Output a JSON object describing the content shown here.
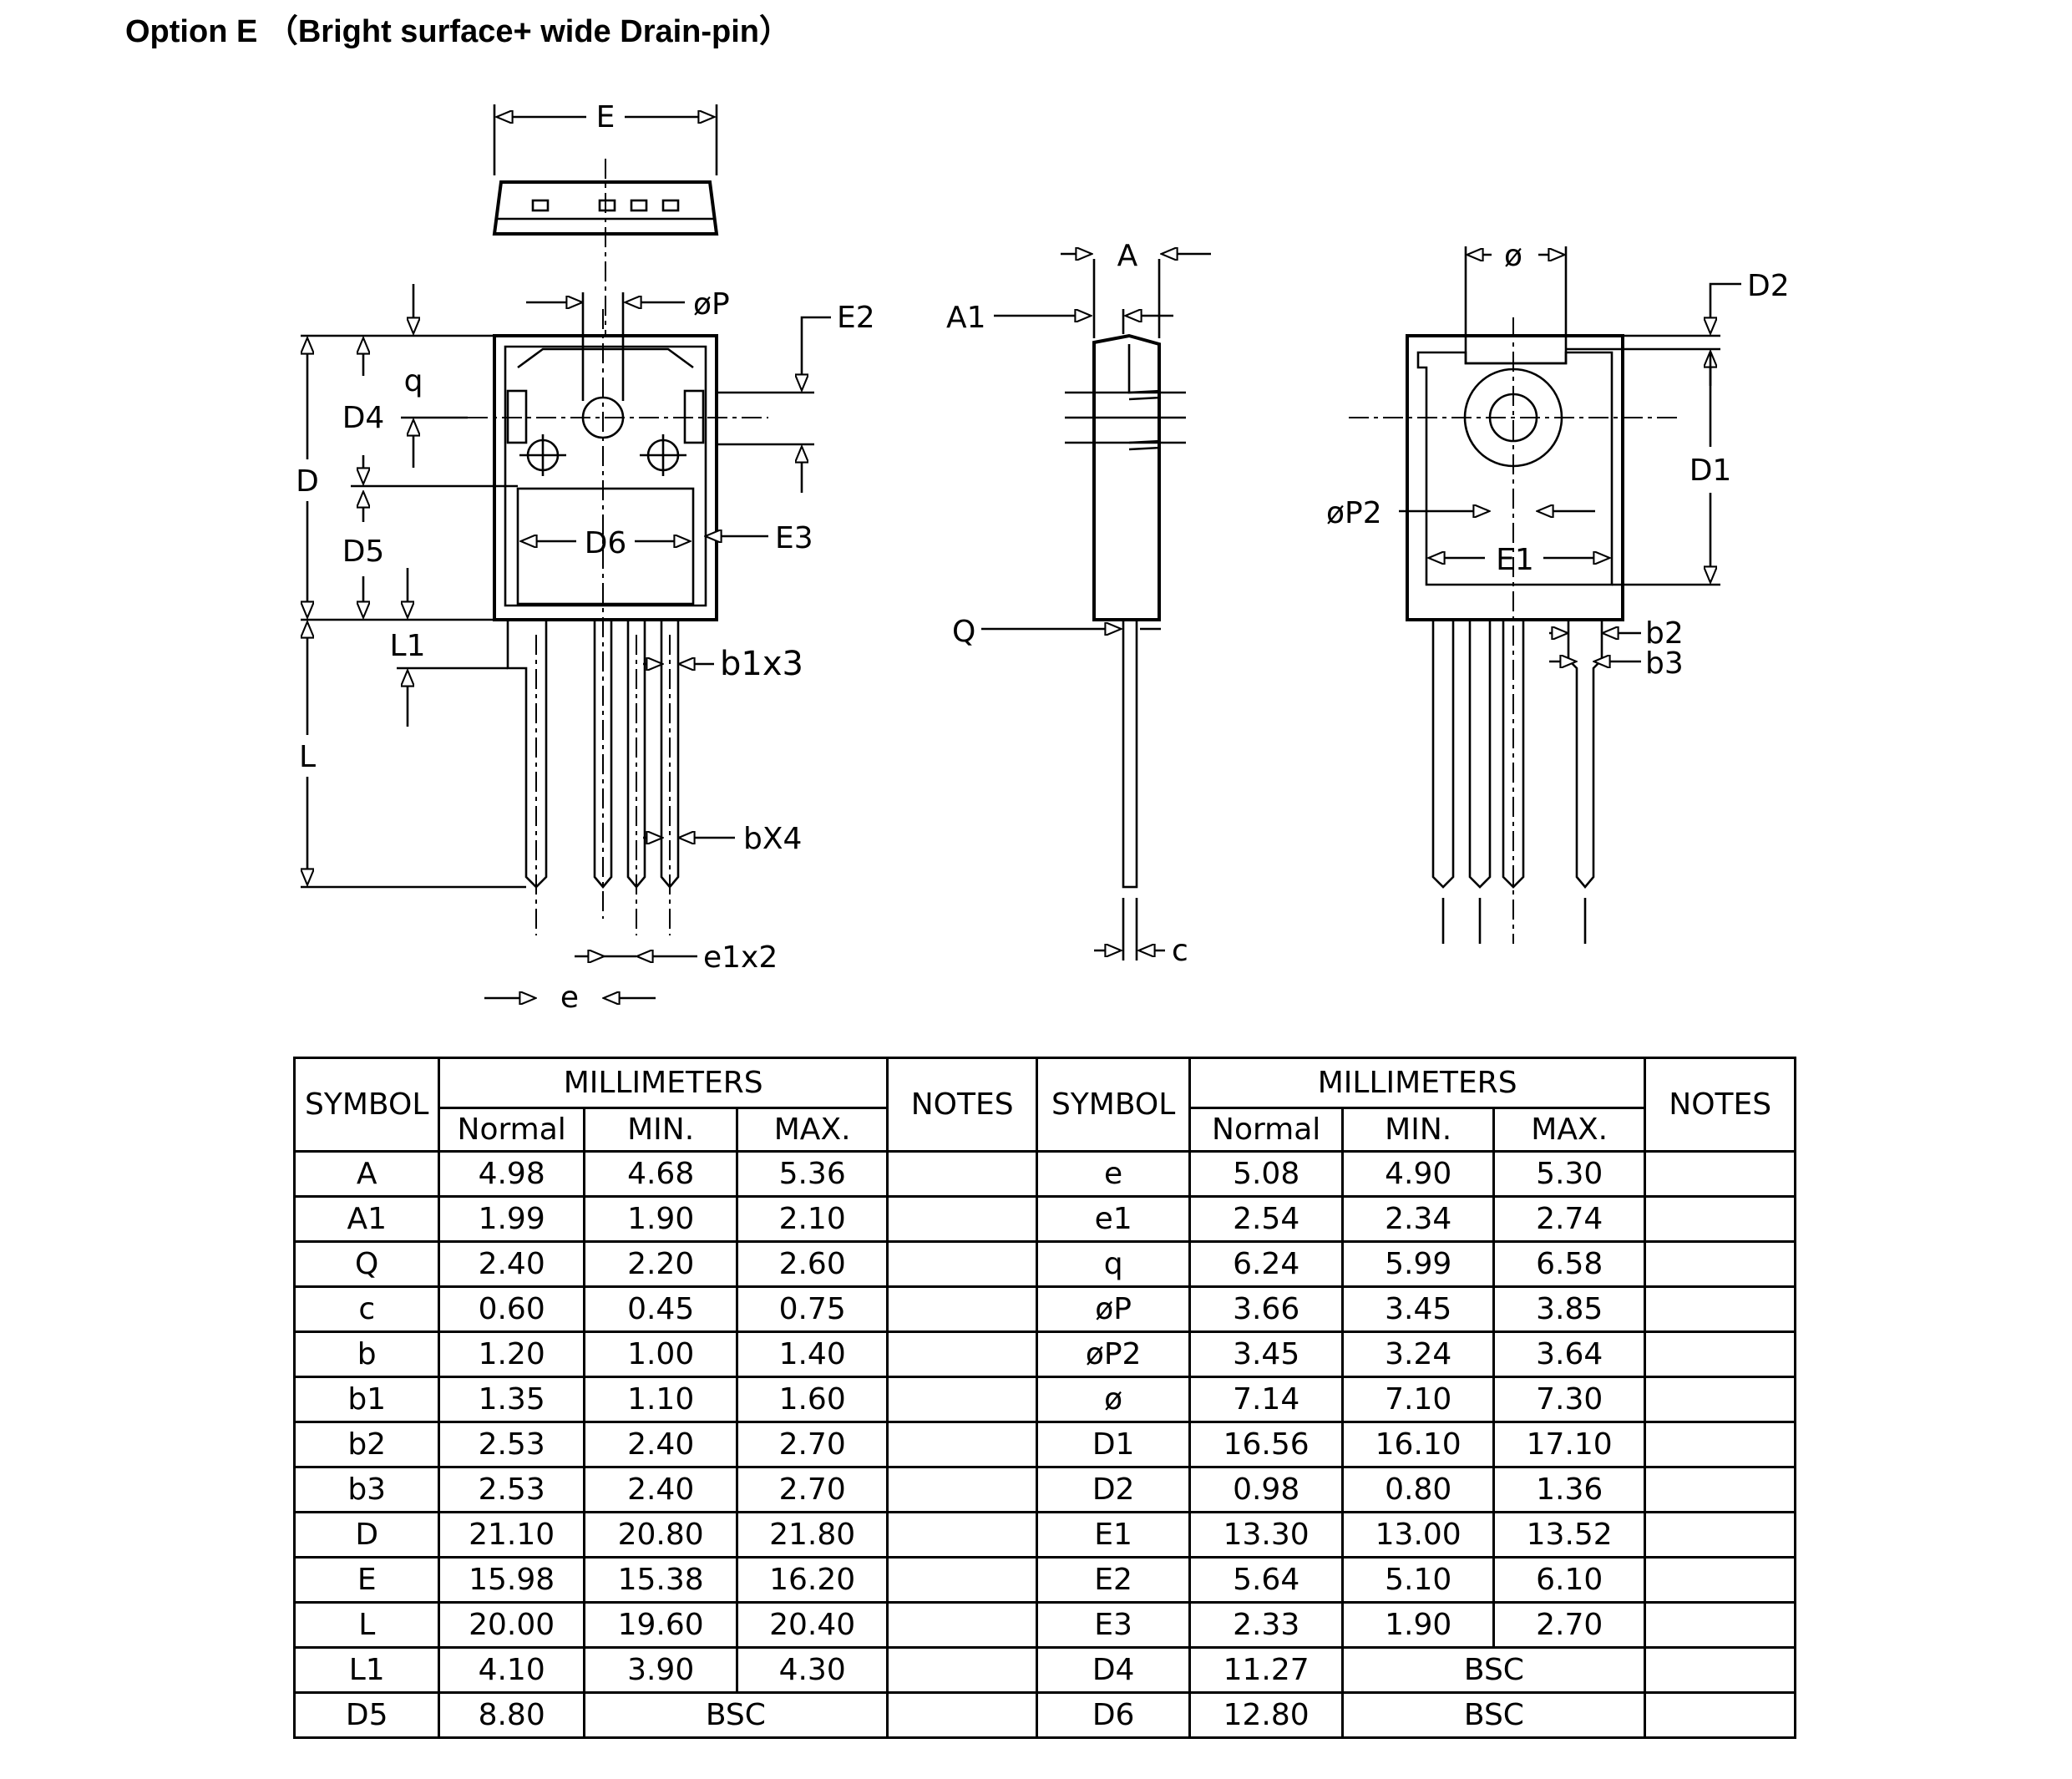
{
  "title": "Option E （Bright surface+ wide Drain-pin）",
  "diagram_labels": {
    "E": "E",
    "phiP": "øP",
    "E2": "E2",
    "q": "q",
    "D4": "D4",
    "D": "D",
    "D5": "D5",
    "D6": "D6",
    "E3": "E3",
    "L1": "L1",
    "b1x3": "b1x3",
    "L": "L",
    "bX4": "bX4",
    "e1x2": "e1x2",
    "e": "e",
    "A": "A",
    "A1": "A1",
    "Q": "Q",
    "c": "c",
    "phi": "ø",
    "D2": "D2",
    "D1": "D1",
    "phiP2": "øP2",
    "E1": "E1",
    "b2": "b2",
    "b3": "b3"
  },
  "table": {
    "symbol_header": "SYMBOL",
    "mm_header": "MILLIMETERS",
    "normal": "Normal",
    "min": "MIN.",
    "max": "MAX.",
    "notes_header": "NOTES",
    "left": [
      {
        "symbol": "A",
        "normal": "4.98",
        "min": "4.68",
        "max": "5.36"
      },
      {
        "symbol": "A1",
        "normal": "1.99",
        "min": "1.90",
        "max": "2.10"
      },
      {
        "symbol": "Q",
        "normal": "2.40",
        "min": "2.20",
        "max": "2.60"
      },
      {
        "symbol": "c",
        "normal": "0.60",
        "min": "0.45",
        "max": "0.75"
      },
      {
        "symbol": "b",
        "normal": "1.20",
        "min": "1.00",
        "max": "1.40"
      },
      {
        "symbol": "b1",
        "normal": "1.35",
        "min": "1.10",
        "max": "1.60"
      },
      {
        "symbol": "b2",
        "normal": "2.53",
        "min": "2.40",
        "max": "2.70"
      },
      {
        "symbol": "b3",
        "normal": "2.53",
        "min": "2.40",
        "max": "2.70"
      },
      {
        "symbol": "D",
        "normal": "21.10",
        "min": "20.80",
        "max": "21.80"
      },
      {
        "symbol": "E",
        "normal": "15.98",
        "min": "15.38",
        "max": "16.20"
      },
      {
        "symbol": "L",
        "normal": "20.00",
        "min": "19.60",
        "max": "20.40"
      },
      {
        "symbol": "L1",
        "normal": "4.10",
        "min": "3.90",
        "max": "4.30"
      },
      {
        "symbol": "D5",
        "normal": "8.80",
        "bsc": "BSC"
      }
    ],
    "right": [
      {
        "symbol": "e",
        "normal": "5.08",
        "min": "4.90",
        "max": "5.30"
      },
      {
        "symbol": "e1",
        "normal": "2.54",
        "min": "2.34",
        "max": "2.74"
      },
      {
        "symbol": "q",
        "normal": "6.24",
        "min": "5.99",
        "max": "6.58"
      },
      {
        "symbol": "øP",
        "normal": "3.66",
        "min": "3.45",
        "max": "3.85"
      },
      {
        "symbol": "øP2",
        "normal": "3.45",
        "min": "3.24",
        "max": "3.64"
      },
      {
        "symbol": "ø",
        "normal": "7.14",
        "min": "7.10",
        "max": "7.30"
      },
      {
        "symbol": "D1",
        "normal": "16.56",
        "min": "16.10",
        "max": "17.10"
      },
      {
        "symbol": "D2",
        "normal": "0.98",
        "min": "0.80",
        "max": "1.36"
      },
      {
        "symbol": "E1",
        "normal": "13.30",
        "min": "13.00",
        "max": "13.52"
      },
      {
        "symbol": "E2",
        "normal": "5.64",
        "min": "5.10",
        "max": "6.10"
      },
      {
        "symbol": "E3",
        "normal": "2.33",
        "min": "1.90",
        "max": "2.70"
      },
      {
        "symbol": "D4",
        "normal": "11.27",
        "bsc": "BSC"
      },
      {
        "symbol": "D6",
        "normal": "12.80",
        "bsc": "BSC"
      }
    ]
  }
}
